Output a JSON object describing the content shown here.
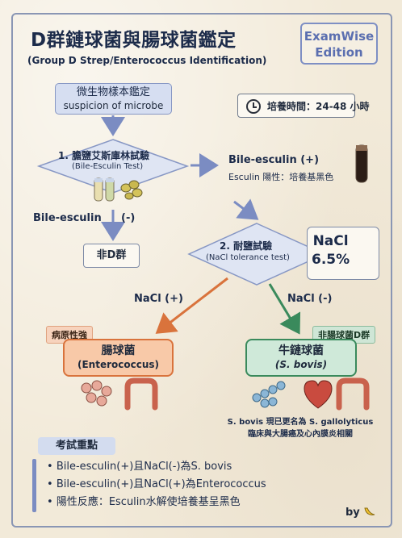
{
  "header": {
    "title": "D群鏈球菌與腸球菌鑑定",
    "subtitle": "(Group D Strep/Enterococcus Identification)",
    "brand_line1": "ExamWise",
    "brand_line2": "Edition"
  },
  "start": {
    "line1": "微生物樣本鑑定",
    "line2": "suspicion of microbe"
  },
  "time": {
    "text": "培養時間：24-48 小時"
  },
  "test1": {
    "line1": "1. 膽鹽艾斯庫林試驗",
    "line2": "(Bile-Esculin Test)"
  },
  "bile_pos": {
    "label": "Bile-esculin (+)",
    "note": "Esculin 陽性：培養基黑色"
  },
  "bile_neg": {
    "label": "Bile-esculin",
    "sign": "(-)"
  },
  "non_d": "非D群",
  "test2": {
    "line1": "2. 耐鹽試驗",
    "line2": "(NaCl tolerance test)"
  },
  "nacl_box": {
    "line1": "NaCl",
    "line2": "6.5%"
  },
  "branch_pos": "NaCl (+)",
  "branch_neg": "NaCl (-)",
  "result_entero": {
    "tag": "病原性強",
    "name": "腸球菌",
    "latin": "(Enterococcus)"
  },
  "result_bovis": {
    "tag": "非腸球菌D群",
    "name": "牛鏈球菌",
    "latin": "(S. bovis)"
  },
  "bovis_note": {
    "line1": "S. bovis 現已更名為 S. gallolyticus",
    "line2": "臨床與大腸癌及心內膜炎相關"
  },
  "exam": {
    "title": "考試重點",
    "points": [
      "Bile-esculin(+)且NaCl(-)為S. bovis",
      "Bile-esculin(+)且NaCl(+)為Enterococcus",
      "陽性反應：Esculin水解使培養基呈黑色"
    ]
  },
  "byline": "by",
  "colors": {
    "accent_blue": "#7b8cc2",
    "orange": "#d9733c",
    "green": "#3a8a5c"
  }
}
